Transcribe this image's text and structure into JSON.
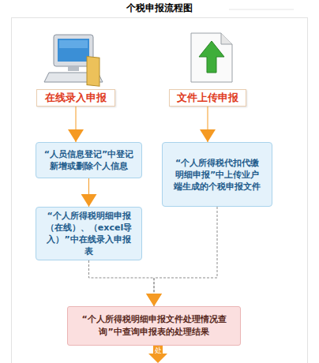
{
  "diagram": {
    "title": "个税申报流程图",
    "nodes": [
      {
        "text": [
          "在线录入申报"
        ]
      },
      {
        "text": [
          "文件上传申报"
        ]
      },
      {
        "text": [
          "“人员信息登记”中登记 新增或删除个人信息"
        ]
      },
      {
        "text": [
          "“个人所得税明细申报 （在线）、（excel导 入）”中在线录入申报表"
        ]
      },
      {
        "text": [
          "“个人所得税代扣代缴 明细申报”中上传业户 端生成的个税申报文件"
        ]
      },
      {
        "text": [
          "“个人所得税明细申报文件处理情况查 询”中查询申报表的处理结果"
        ]
      }
    ],
    "edges": [
      {
        "from": 0,
        "to": 2,
        "arrow": "to"
      },
      {
        "from": 2,
        "to": 3,
        "arrow": "to"
      },
      {
        "from": 1,
        "to": 4,
        "arrow": "to"
      },
      {
        "from": 3,
        "to": 5,
        "arrow": "to"
      },
      {
        "from": 4,
        "to": 5,
        "arrow": "to"
      }
    ],
    "labels": [
      "处"
    ]
  }
}
